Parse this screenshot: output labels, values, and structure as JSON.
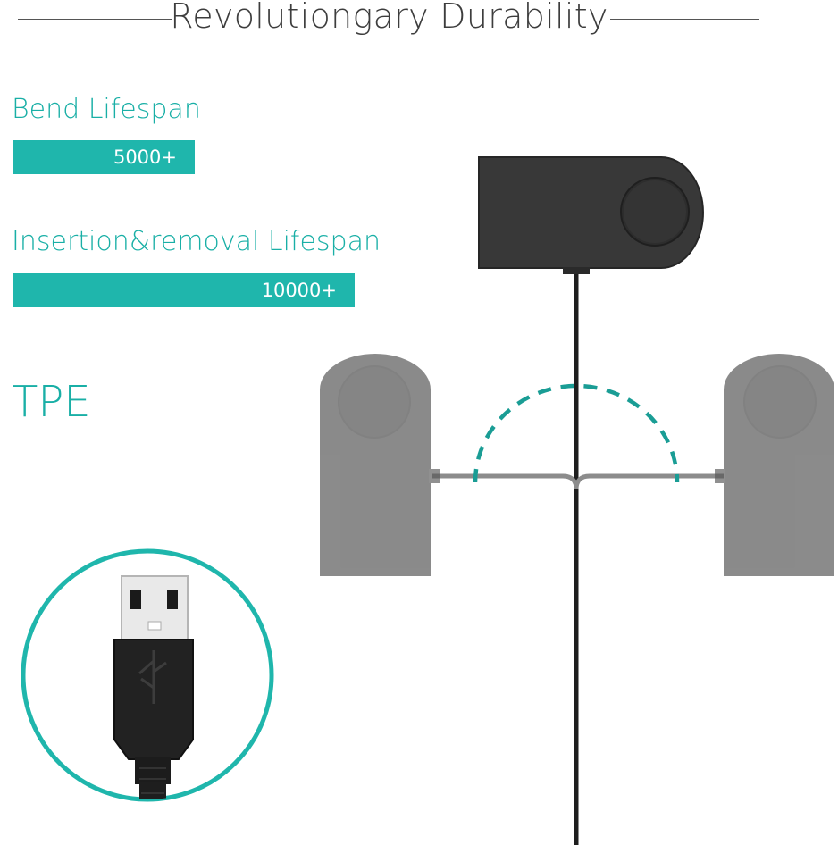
{
  "header": {
    "title": "Revolutiongary Durability"
  },
  "specs": [
    {
      "label": "Bend Lifespan",
      "value": "5000+"
    },
    {
      "label": "Insertion&removal Lifespan",
      "value": "10000+"
    }
  ],
  "material": "TPE",
  "colors": {
    "accent": "#1fb6ac",
    "title_text": "#3d3d3d",
    "charger_dark": "#3a3a3a",
    "charger_faded": "#8a8a8a"
  },
  "icons": [
    "charger-cradle-icon",
    "usb-connector-icon",
    "bend-arc-icon"
  ]
}
